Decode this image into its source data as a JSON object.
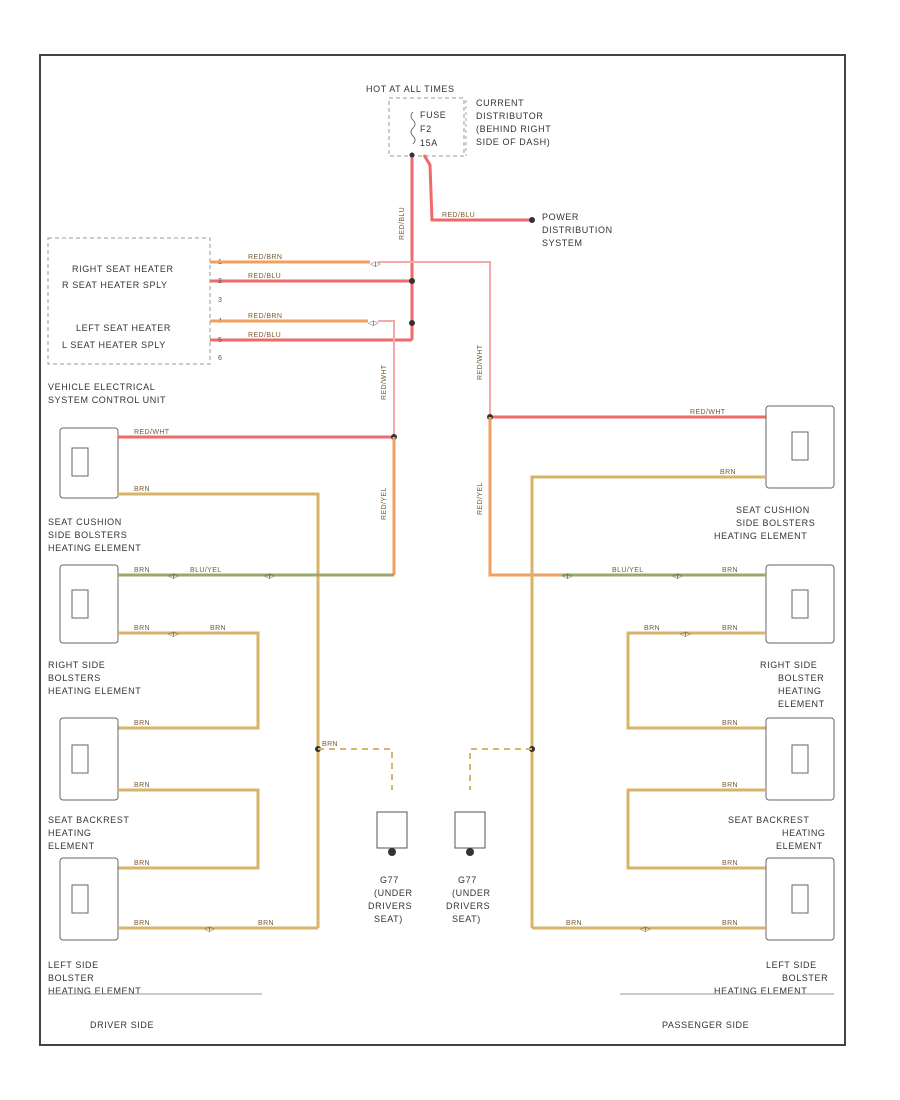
{
  "labels": {
    "fuses_title": "HOT AT ALL TIMES",
    "fuse_name": "FUSE",
    "fuse_id": "F2",
    "fuse_rating": "15A",
    "current_dist": [
      "CURRENT",
      "DISTRIBUTOR",
      "(BEHIND RIGHT",
      "SIDE OF DASH)"
    ],
    "power_dist": [
      "POWER",
      "DISTRIBUTION",
      "SYSTEM"
    ],
    "vescu_items": [
      "RIGHT SEAT HEATER",
      "R SEAT HEATER SPLY",
      "LEFT SEAT HEATER",
      "L SEAT HEATER SPLY"
    ],
    "vescu_name": [
      "VEHICLE ELECTRICAL",
      "SYSTEM CONTROL UNIT"
    ],
    "cushion_left": [
      "SEAT CUSHION",
      "SIDE BOLSTERS",
      "HEATING ELEMENT"
    ],
    "cushion_right": [
      "SEAT CUSHION",
      "SIDE BOLSTERS",
      "HEATING ELEMENT"
    ],
    "right_bolster_left": [
      "RIGHT SIDE",
      "BOLSTERS",
      "HEATING ELEMENT"
    ],
    "right_bolster_right": [
      "RIGHT SIDE",
      "BOLSTER",
      "HEATING",
      "ELEMENT"
    ],
    "backrest_left": [
      "SEAT BACKREST",
      "HEATING",
      "ELEMENT"
    ],
    "backrest_right": [
      "SEAT BACKREST",
      "HEATING",
      "ELEMENT"
    ],
    "left_bolster_left": [
      "LEFT SIDE",
      "BOLSTER",
      "HEATING ELEMENT"
    ],
    "left_bolster_right": [
      "LEFT SIDE",
      "BOLSTER",
      "HEATING ELEMENT"
    ],
    "ground_left": [
      "G77",
      "(UNDER",
      "DRIVERS",
      "SEAT)"
    ],
    "ground_right": [
      "G77",
      "(UNDER",
      "DRIVERS",
      "SEAT)"
    ],
    "driver_side": "DRIVER SIDE",
    "passenger_side": "PASSENGER SIDE"
  },
  "wires": {
    "red_blu": "RED/BLU",
    "red_wht": "RED/WHT",
    "red_brn": "RED/BRN",
    "red_yel": "RED/YEL",
    "brn": "BRN",
    "blu_yel": "BLU/YEL"
  },
  "pins": {
    "p1": "1",
    "p2": "2",
    "p3": "3",
    "p4": "4",
    "p5": "5",
    "p6": "6"
  },
  "colors": {
    "red_wire": "#f06a6a",
    "red_light": "#f6a9a9",
    "brown_wire": "#d7b46a",
    "brown_light": "#e6cf9c",
    "orange_wire": "#f0a060",
    "green_wire": "#9aa86a",
    "outline": "#555555"
  }
}
